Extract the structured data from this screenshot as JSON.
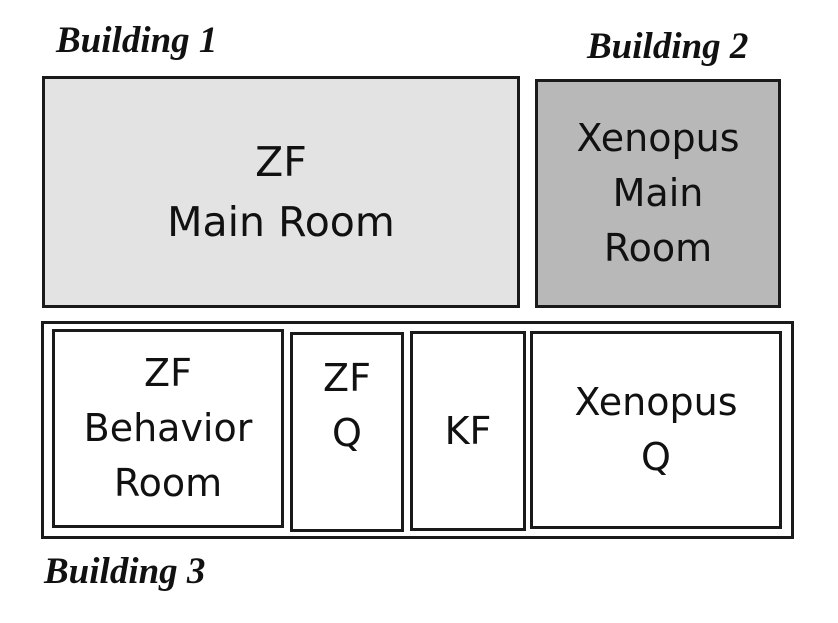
{
  "buildings": {
    "b1": {
      "label": "Building 1"
    },
    "b2": {
      "label": "Building 2"
    },
    "b3": {
      "label": "Building 3"
    }
  },
  "rooms": {
    "zf_main": {
      "text": "ZF\nMain Room",
      "fill": "#e3e3e3"
    },
    "xenopus_main": {
      "text": "Xenopus\nMain\nRoom",
      "fill": "#b8b8b8"
    },
    "zf_behavior": {
      "text": "ZF\nBehavior\nRoom",
      "fill": "#ffffff"
    },
    "zf_q": {
      "text": "ZF\nQ",
      "fill": "#ffffff"
    },
    "kf": {
      "text": "KF",
      "fill": "#ffffff"
    },
    "xenopus_q": {
      "text": "Xenopus\nQ",
      "fill": "#ffffff"
    }
  }
}
